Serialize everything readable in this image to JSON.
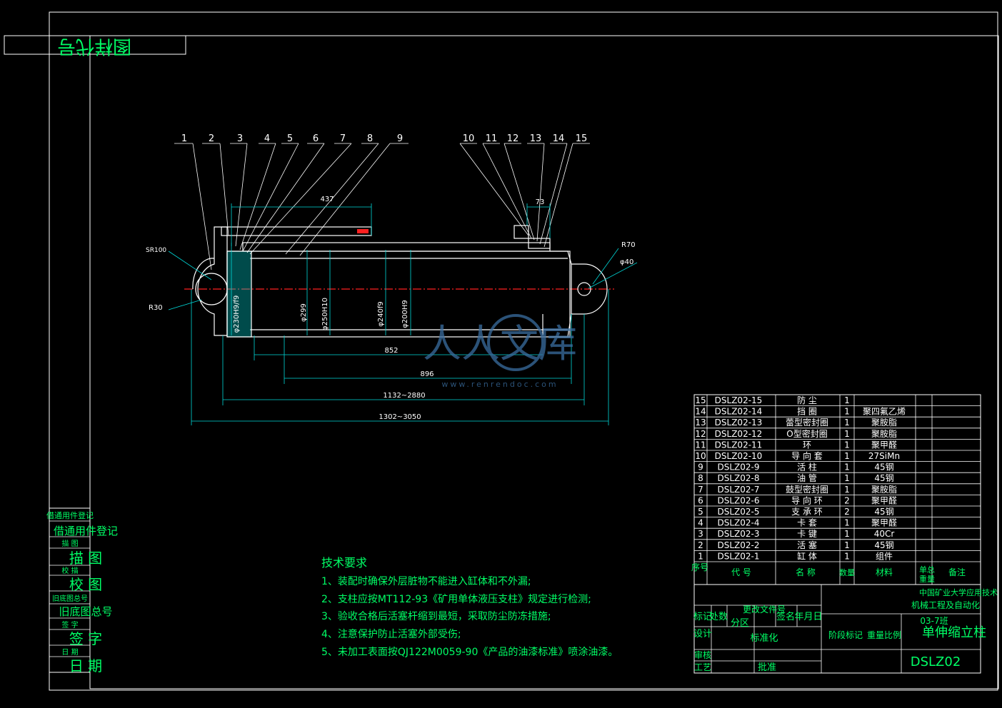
{
  "colors": {
    "background": "#000000",
    "frame": "#ffffff",
    "dimension": "#00d8d8",
    "text": "#00ff66",
    "outline": "#ffffff",
    "center": "#ff2020",
    "watermark": "#3a6ea0"
  },
  "vertical_title": "图样代号",
  "part_callouts": [
    "1",
    "2",
    "3",
    "4",
    "5",
    "6",
    "7",
    "8",
    "9",
    "10",
    "11",
    "12",
    "13",
    "14",
    "15"
  ],
  "dimensions": {
    "d437": "437",
    "d73": "73",
    "sr": "SR100",
    "r30": "R30",
    "r70": "R70",
    "phi40": "φ40",
    "phi230": "φ230H9/f9",
    "phi299": "φ299",
    "phi250": "φ250H10",
    "phi240": "φ240f9",
    "phi200": "φ200H9",
    "d852": "852",
    "d896": "896",
    "d1132": "1132~2880",
    "d1302": "1302~3050"
  },
  "watermark": {
    "brand": "人人文库",
    "url": "www.renrendoc.com"
  },
  "tech_requirements": {
    "title": "技术要求",
    "items": [
      "1、装配时确保外层脏物不能进入缸体和不外漏;",
      "2、支柱应按MT112-93《矿用单体液压支柱》规定进行检测;",
      "3、验收合格后活塞杆缩到最短，采取防尘防冻措施;",
      "4、注意保护防止活塞外部受伤;",
      "5、未加工表面按QJ122M0059-90《产品的油漆标准》喷涂油漆。"
    ]
  },
  "left_block": {
    "small1": "借通用件登记",
    "big1": "借通用件登记",
    "small2": "描 图",
    "big2": "描 图",
    "small3": "校 描",
    "big3": "校 图",
    "small4": "旧底图总号",
    "big4": "旧底图总号",
    "small5": "签 字",
    "big5": "签 字",
    "small6": "日 期",
    "big6": "日 期"
  },
  "bom": {
    "rows": [
      {
        "no": "15",
        "code": "DSLZ02-15",
        "name": "防  尘",
        "qty": "1",
        "material": ""
      },
      {
        "no": "14",
        "code": "DSLZ02-14",
        "name": "挡  圈",
        "qty": "1",
        "material": "聚四氟乙烯"
      },
      {
        "no": "13",
        "code": "DSLZ02-13",
        "name": "蕾型密封圈",
        "qty": "1",
        "material": "聚胺脂"
      },
      {
        "no": "12",
        "code": "DSLZ02-12",
        "name": "O型密封圈",
        "qty": "1",
        "material": "聚胺脂"
      },
      {
        "no": "11",
        "code": "DSLZ02-11",
        "name": "环",
        "qty": "1",
        "material": "聚甲醛"
      },
      {
        "no": "10",
        "code": "DSLZ02-10",
        "name": "导 向 套",
        "qty": "1",
        "material": "27SiMn"
      },
      {
        "no": "9",
        "code": "DSLZ02-9",
        "name": "活  柱",
        "qty": "1",
        "material": "45钢"
      },
      {
        "no": "8",
        "code": "DSLZ02-8",
        "name": "油  管",
        "qty": "1",
        "material": "45钢"
      },
      {
        "no": "7",
        "code": "DSLZ02-7",
        "name": "鼓型密封圈",
        "qty": "1",
        "material": "聚胺脂"
      },
      {
        "no": "6",
        "code": "DSLZ02-6",
        "name": "导 向 环",
        "qty": "2",
        "material": "聚甲醛"
      },
      {
        "no": "5",
        "code": "DSLZ02-5",
        "name": "支 承 环",
        "qty": "2",
        "material": "45钢"
      },
      {
        "no": "4",
        "code": "DSLZ02-4",
        "name": "卡  套",
        "qty": "1",
        "material": "聚甲醛"
      },
      {
        "no": "3",
        "code": "DSLZ02-3",
        "name": "卡  键",
        "qty": "1",
        "material": "40Cr"
      },
      {
        "no": "2",
        "code": "DSLZ02-2",
        "name": "活  塞",
        "qty": "1",
        "material": "45钢"
      },
      {
        "no": "1",
        "code": "DSLZ02-1",
        "name": "缸  体",
        "qty": "1",
        "material": "组件"
      }
    ],
    "header": {
      "no": "序号",
      "code": "代  号",
      "name": "名  称",
      "qty": "数量",
      "material": "材料",
      "unit": "单总",
      "weight": "重量",
      "note": "备注"
    }
  },
  "title_block": {
    "org1": "中国矿业大学应用技术",
    "org2": "机械工程及自动化",
    "label_mark": "标记",
    "label_count": "处数",
    "label_zone": "分区",
    "label_change": "更改文件号",
    "label_sign": "签名",
    "label_date": "年月日",
    "label_design": "设计",
    "label_std": "标准化",
    "label_stage": "阶段标记",
    "label_weight": "重量",
    "label_scale": "比例",
    "label_review": "审核",
    "label_process": "工艺",
    "label_approve": "批准",
    "part_title": "单伸缩立柱",
    "drawing_no": "DSLZ02",
    "sheet": "03-7班"
  }
}
